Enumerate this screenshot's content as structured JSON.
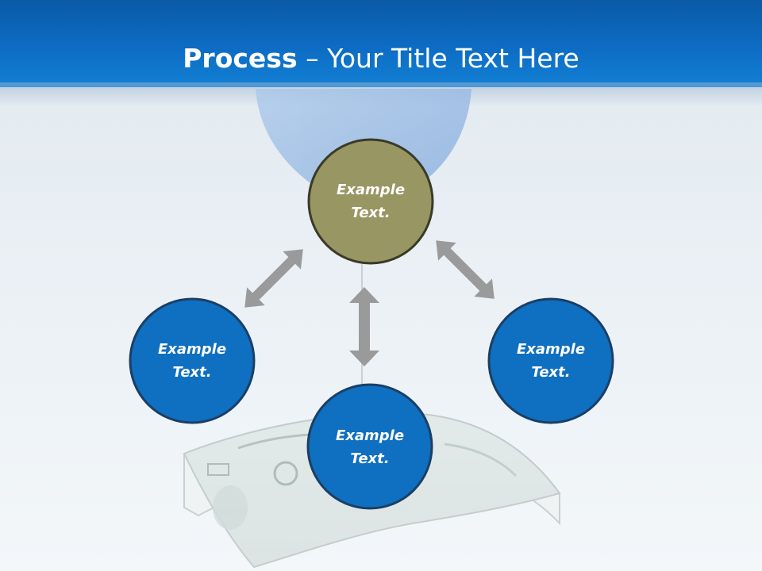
{
  "title": {
    "bold": "Process",
    "separator": "–",
    "rest": "Your Title Text Here"
  },
  "colors": {
    "header": "#0d6cc4",
    "center_node": "#989663",
    "center_node_border": "#3a3a28",
    "blue_node": "#0f6fc0",
    "blue_node_border": "#1a3f66",
    "arrow": "#9a9a9a"
  },
  "nodes": [
    {
      "id": "top",
      "line1": "Example",
      "line2": "Text."
    },
    {
      "id": "left",
      "line1": "Example",
      "line2": "Text."
    },
    {
      "id": "bottom",
      "line1": "Example",
      "line2": "Text."
    },
    {
      "id": "right",
      "line1": "Example",
      "line2": "Text."
    }
  ],
  "icons": [
    "double-arrow-icon",
    "balloon-illustration",
    "money-stack-illustration"
  ]
}
